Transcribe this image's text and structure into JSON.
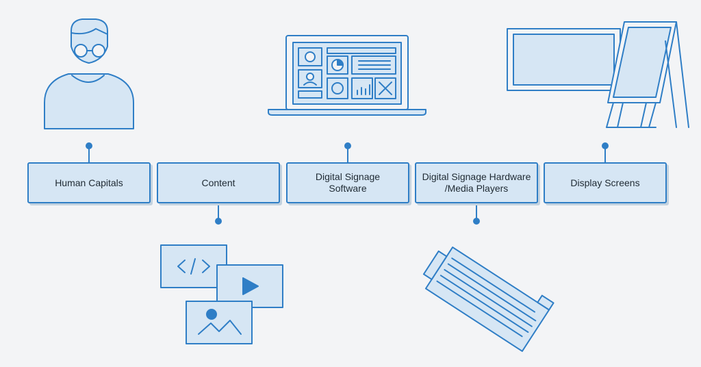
{
  "diagram": {
    "components": [
      {
        "id": "human-capitals",
        "label": "Human Capitals"
      },
      {
        "id": "content",
        "label": "Content"
      },
      {
        "id": "software",
        "label": "Digital Signage\nSoftware"
      },
      {
        "id": "hardware",
        "label": "Digital Signage Hardware\n/Media Players"
      },
      {
        "id": "display-screens",
        "label": "Display Screens"
      }
    ],
    "icons": [
      "person-with-glasses-icon",
      "code-video-image-files-icon",
      "laptop-dashboard-icon",
      "media-player-device-icon",
      "display-screens-icon"
    ]
  },
  "colors": {
    "background": "#f3f4f6",
    "box_fill": "#d6e6f4",
    "stroke": "#2f7ec6",
    "text": "#1f2a33"
  }
}
